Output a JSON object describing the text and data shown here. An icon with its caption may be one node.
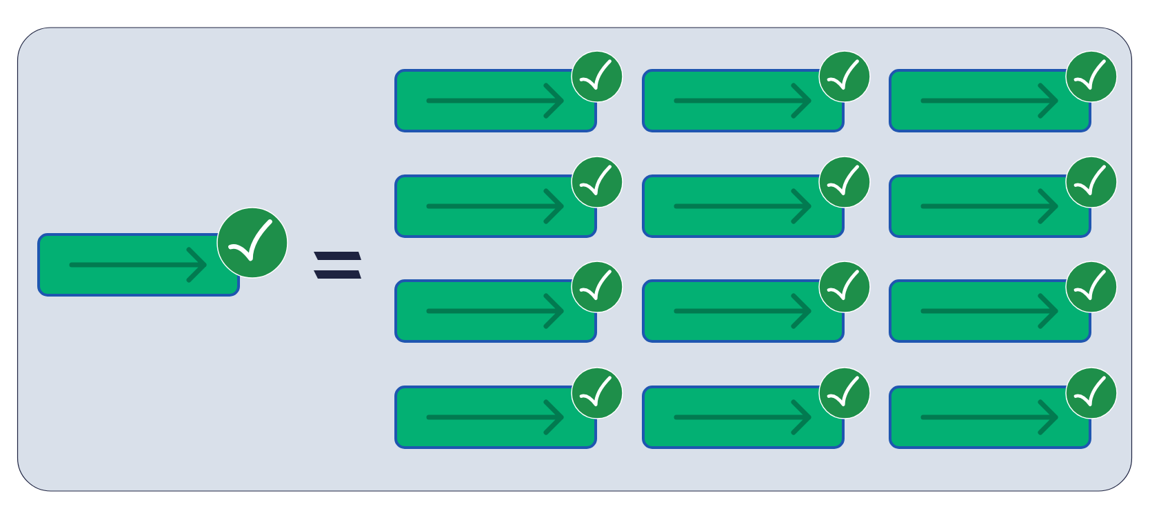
{
  "diagram": {
    "nodes": [
      {
        "text": [],
        "shape": "box"
      },
      {
        "text": [],
        "shape": "box"
      },
      {
        "text": [],
        "shape": "box"
      },
      {
        "text": [],
        "shape": "box"
      },
      {
        "text": [],
        "shape": "box"
      },
      {
        "text": [],
        "shape": "box"
      },
      {
        "text": [],
        "shape": "box"
      },
      {
        "text": [],
        "shape": "box"
      },
      {
        "text": [],
        "shape": "box"
      },
      {
        "text": [],
        "shape": "box"
      },
      {
        "text": [],
        "shape": "box"
      },
      {
        "text": [],
        "shape": "box"
      },
      {
        "text": [],
        "shape": "box"
      }
    ]
  }
}
